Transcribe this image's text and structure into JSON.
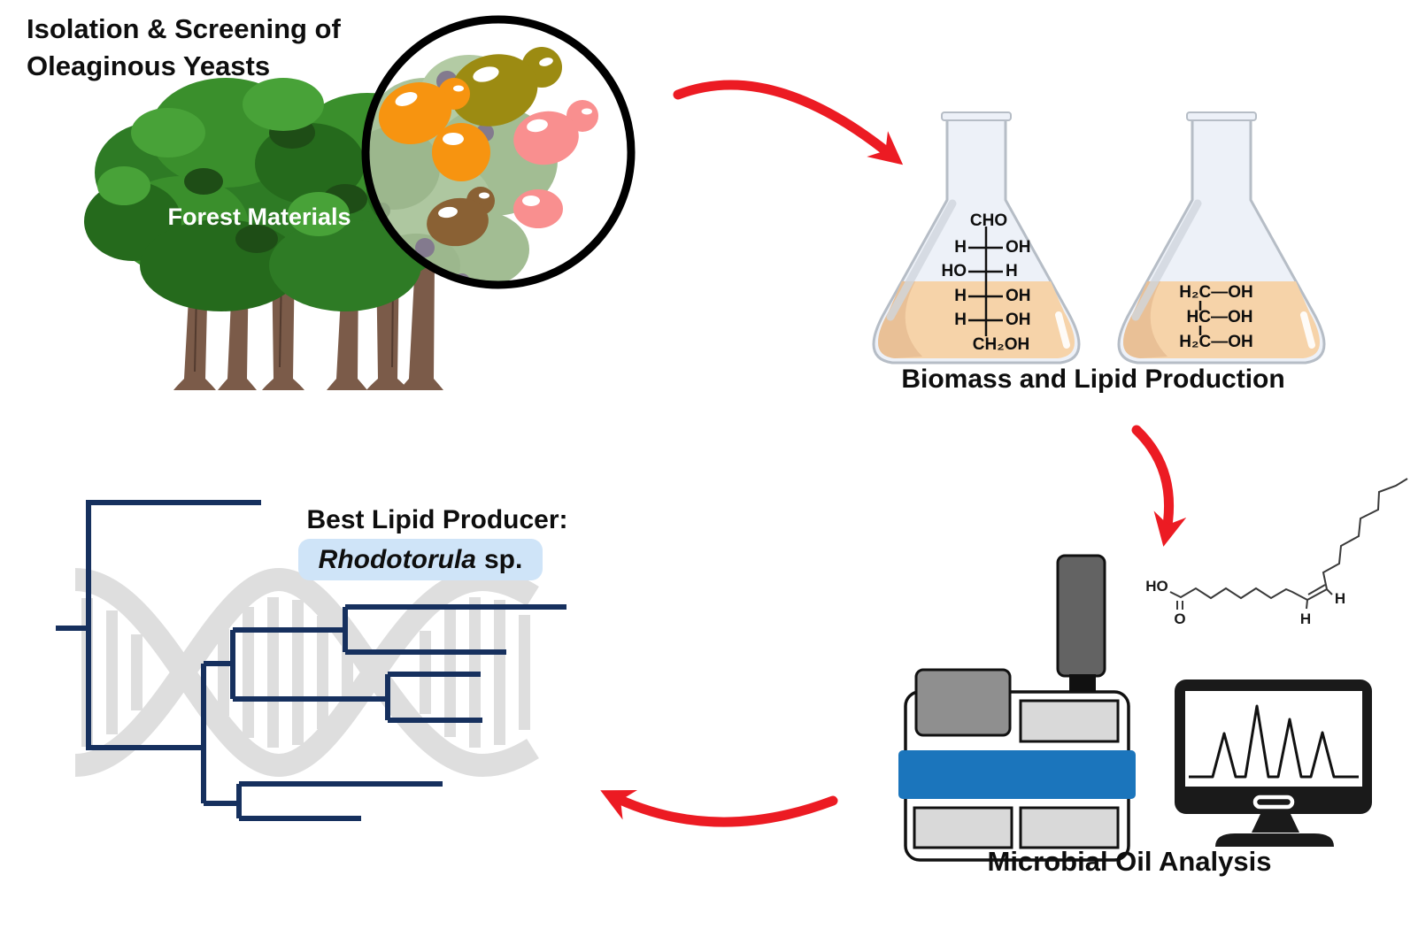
{
  "title": {
    "line1": "Isolation & Screening of",
    "line2": "Oleaginous Yeasts"
  },
  "forest": {
    "label": "Forest Materials"
  },
  "producer": {
    "heading": "Best Lipid Producer:",
    "genus": "Rhodotorula",
    "species_suffix": "sp."
  },
  "biomass": {
    "label": "Biomass and Lipid Production",
    "glucose": {
      "top": "CHO",
      "rows": [
        {
          "left": "H",
          "right": "OH"
        },
        {
          "left": "HO",
          "right": "H"
        },
        {
          "left": "H",
          "right": "OH"
        },
        {
          "left": "H",
          "right": "OH"
        }
      ],
      "bottom": "CH₂OH"
    },
    "glycerol": {
      "rows": [
        "H₂C—OH",
        "HC—OH",
        "H₂C—OH"
      ]
    }
  },
  "analysis": {
    "label": "Microbial Oil Analysis",
    "fatty_acid": {
      "acid_group": "HO",
      "carbonyl": "O",
      "h_cis_bottom": "H",
      "h_cis_right": "H"
    },
    "chromatogram_peak_heights": [
      49,
      80,
      65,
      50
    ]
  },
  "colors": {
    "arrow_red": "#ec1b23",
    "tree_navy": "#16305e",
    "helix_gray": "#dedede",
    "highlight_blue": "#cfe4f8",
    "gc_band_blue": "#1b75bc",
    "flask_liquid": "#f6d3a9",
    "yeast_olive": "#9c8b12",
    "yeast_orange": "#f79410",
    "yeast_pink": "#f98f8f",
    "yeast_brown": "#8a6134"
  }
}
